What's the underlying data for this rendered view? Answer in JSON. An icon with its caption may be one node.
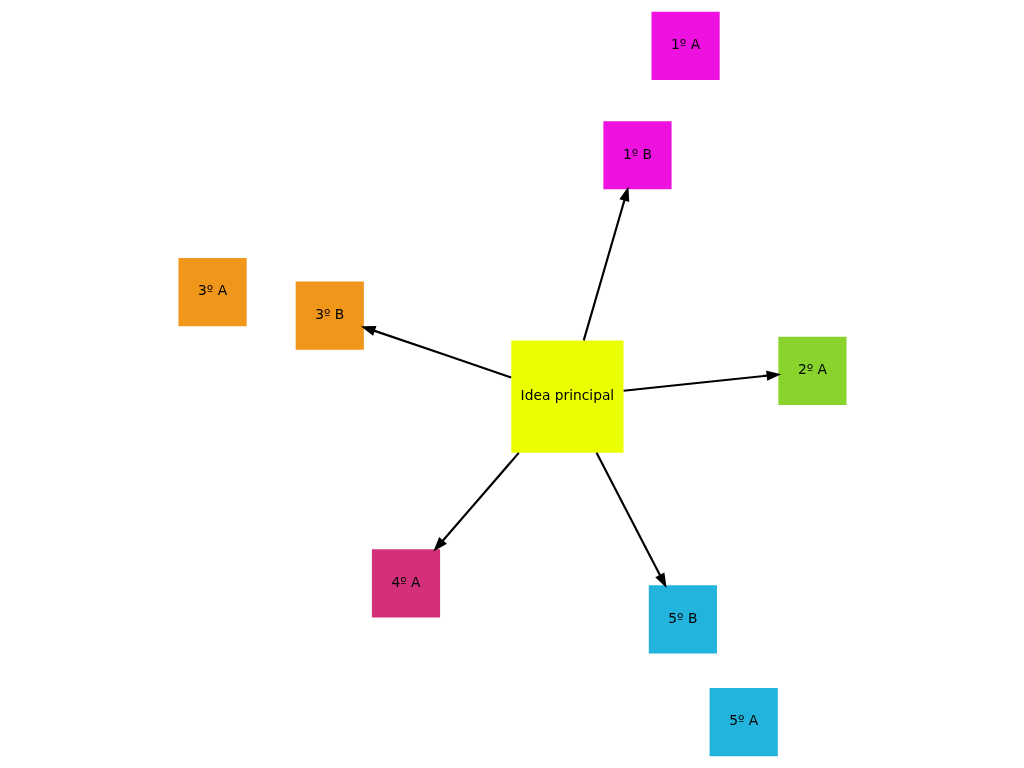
{
  "diagram": {
    "nodes": [
      {
        "text": [
          "Idea principal"
        ]
      },
      {
        "text": [
          "2º A"
        ]
      },
      {
        "text": [
          "3º A"
        ]
      },
      {
        "text": [
          "3º B"
        ]
      },
      {
        "text": [
          "1º A"
        ]
      },
      {
        "text": [
          "1º B"
        ]
      },
      {
        "text": [
          "4º A"
        ]
      },
      {
        "text": [
          "5º A"
        ]
      },
      {
        "text": [
          "5º B"
        ]
      }
    ],
    "edges": [
      {
        "from": 0,
        "to": 1,
        "arrow": "to"
      },
      {
        "from": 0,
        "to": 3,
        "arrow": "to"
      },
      {
        "from": 0,
        "to": 5,
        "arrow": "to"
      },
      {
        "from": 0,
        "to": 6,
        "arrow": "to"
      },
      {
        "from": 0,
        "to": 8,
        "arrow": "to"
      }
    ]
  }
}
